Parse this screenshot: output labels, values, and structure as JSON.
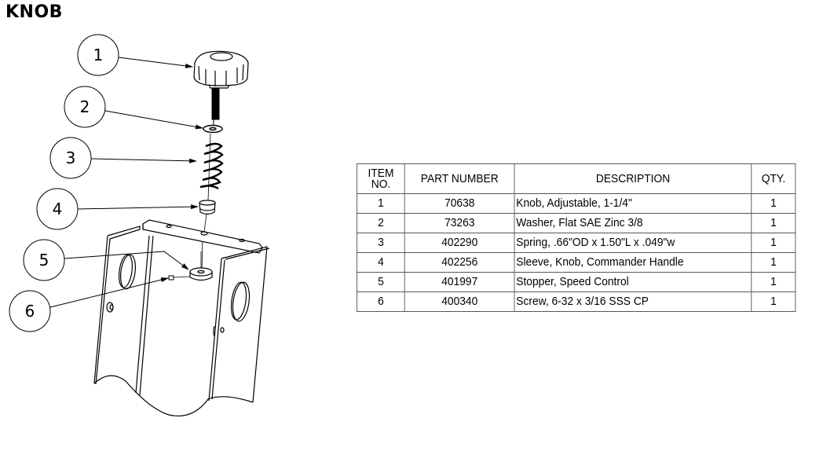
{
  "title": "KNOB",
  "diagram": {
    "balloons": [
      {
        "label": "1",
        "part": "Knob"
      },
      {
        "label": "2",
        "part": "Washer"
      },
      {
        "label": "3",
        "part": "Spring"
      },
      {
        "label": "4",
        "part": "Sleeve"
      },
      {
        "label": "5",
        "part": "Stopper"
      },
      {
        "label": "6",
        "part": "Screw"
      }
    ]
  },
  "bom_table": {
    "headers": {
      "item_line1": "ITEM",
      "item_line2": "NO.",
      "part_number": "PART NUMBER",
      "description": "DESCRIPTION",
      "qty": "QTY."
    },
    "rows": [
      {
        "item": "1",
        "part_number": "70638",
        "description": "Knob, Adjustable, 1-1/4\"",
        "qty": "1"
      },
      {
        "item": "2",
        "part_number": "73263",
        "description": "Washer, Flat SAE Zinc 3/8",
        "qty": "1"
      },
      {
        "item": "3",
        "part_number": "402290",
        "description": "Spring, .66\"OD x 1.50\"L x .049\"w",
        "qty": "1"
      },
      {
        "item": "4",
        "part_number": "402256",
        "description": "Sleeve, Knob, Commander Handle",
        "qty": "1"
      },
      {
        "item": "5",
        "part_number": "401997",
        "description": "Stopper, Speed Control",
        "qty": "1"
      },
      {
        "item": "6",
        "part_number": "400340",
        "description": "Screw, 6-32 x 3/16 SSS CP",
        "qty": "1"
      }
    ]
  }
}
